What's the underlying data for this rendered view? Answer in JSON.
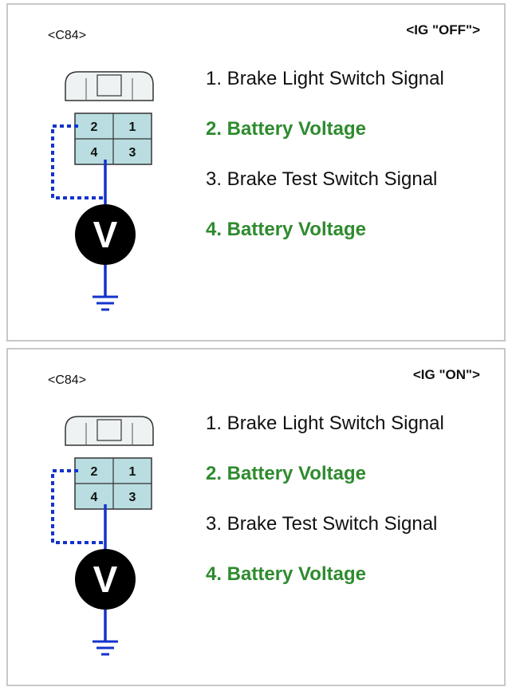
{
  "colors": {
    "wire": "#1433cc",
    "voltage_highlight": "#2e8b2e",
    "connector_fill": "#b9dde0",
    "connector_housing": "#eef2f2",
    "meter_fill": "#000000",
    "meter_text": "#ffffff",
    "border": "#c8c8c8"
  },
  "panels": [
    {
      "connector_id": "<C84>",
      "ig_state": "<IG \"OFF\">",
      "pins": [
        "2",
        "1",
        "4",
        "3"
      ],
      "meter_symbol": "V",
      "signals": [
        {
          "label": "1. Brake Light Switch Signal",
          "highlight": false
        },
        {
          "label": "2. Battery Voltage",
          "highlight": true
        },
        {
          "label": "3. Brake Test Switch Signal",
          "highlight": false
        },
        {
          "label": "4. Battery Voltage",
          "highlight": true
        }
      ]
    },
    {
      "connector_id": "<C84>",
      "ig_state": "<IG \"ON\">",
      "pins": [
        "2",
        "1",
        "4",
        "3"
      ],
      "meter_symbol": "V",
      "signals": [
        {
          "label": "1. Brake Light Switch Signal",
          "highlight": false
        },
        {
          "label": "2. Battery Voltage",
          "highlight": true
        },
        {
          "label": "3. Brake Test Switch Signal",
          "highlight": false
        },
        {
          "label": "4. Battery Voltage",
          "highlight": true
        }
      ]
    }
  ]
}
